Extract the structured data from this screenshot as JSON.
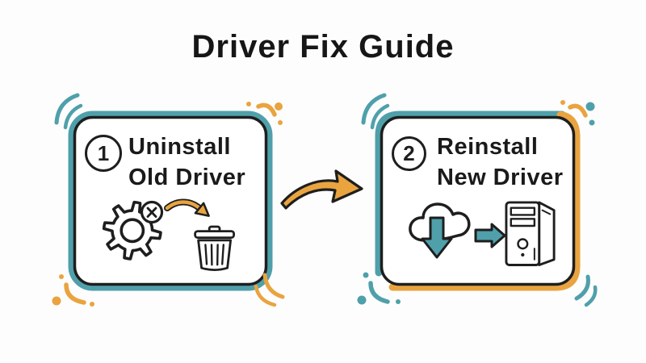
{
  "title": "Driver Fix Guide",
  "colors": {
    "teal": "#4FA0AA",
    "orange": "#E9A440",
    "ink": "#1E1E1E",
    "background": "#FDFDFD"
  },
  "steps": [
    {
      "number": "1",
      "line1": "Uninstall",
      "line2": "Old Driver",
      "icons": [
        "gear-icon",
        "x-badge-icon",
        "curved-arrow-icon",
        "trash-icon"
      ]
    },
    {
      "number": "2",
      "line1": "Reinstall",
      "line2": "New Driver",
      "icons": [
        "cloud-download-icon",
        "right-arrow-icon",
        "computer-tower-icon"
      ]
    }
  ],
  "connector": {
    "icon": "big-curved-arrow-icon",
    "direction": "left-to-right"
  },
  "decorations": [
    "sparkle-arcs",
    "sparkle-dots"
  ]
}
